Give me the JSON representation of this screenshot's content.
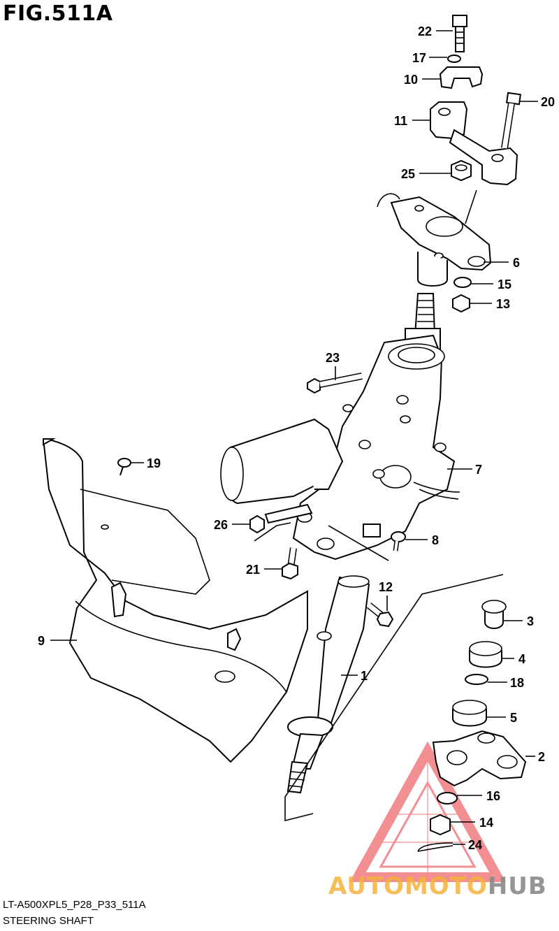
{
  "figure": {
    "title": "FIG.511A",
    "code": "LT-A500XPL5_P28_P33_511A",
    "name": "STEERING SHAFT"
  },
  "callouts": [
    {
      "id": "c22",
      "label": "22",
      "name": "bolt-22"
    },
    {
      "id": "c17",
      "label": "17",
      "name": "washer-17"
    },
    {
      "id": "c10",
      "label": "10",
      "name": "clamp-cap-10"
    },
    {
      "id": "c11",
      "label": "11",
      "name": "handlebar-holder-11"
    },
    {
      "id": "c20",
      "label": "20",
      "name": "bolt-20"
    },
    {
      "id": "c25",
      "label": "25",
      "name": "nut-25"
    },
    {
      "id": "c6",
      "label": "6",
      "name": "bracket-6"
    },
    {
      "id": "c15",
      "label": "15",
      "name": "washer-15"
    },
    {
      "id": "c13",
      "label": "13",
      "name": "nut-13"
    },
    {
      "id": "c23",
      "label": "23",
      "name": "bolt-23"
    },
    {
      "id": "c7",
      "label": "7",
      "name": "power-steering-unit-7"
    },
    {
      "id": "c19",
      "label": "19",
      "name": "clip-19"
    },
    {
      "id": "c26",
      "label": "26",
      "name": "nut-26"
    },
    {
      "id": "c8",
      "label": "8",
      "name": "bolt-8"
    },
    {
      "id": "c21",
      "label": "21",
      "name": "bolt-21"
    },
    {
      "id": "c12",
      "label": "12",
      "name": "bolt-12"
    },
    {
      "id": "c3",
      "label": "3",
      "name": "bushing-3"
    },
    {
      "id": "c9",
      "label": "9",
      "name": "cover-9"
    },
    {
      "id": "c4",
      "label": "4",
      "name": "oil-seal-4"
    },
    {
      "id": "c1",
      "label": "1",
      "name": "steering-shaft-1"
    },
    {
      "id": "c18",
      "label": "18",
      "name": "o-ring-18"
    },
    {
      "id": "c5",
      "label": "5",
      "name": "oil-seal-5"
    },
    {
      "id": "c2",
      "label": "2",
      "name": "steering-arm-2"
    },
    {
      "id": "c16",
      "label": "16",
      "name": "washer-16"
    },
    {
      "id": "c14",
      "label": "14",
      "name": "nut-14"
    },
    {
      "id": "c24",
      "label": "24",
      "name": "cotter-pin-24"
    }
  ],
  "watermark": {
    "word_a": "AUTOMOTO",
    "word_b": "HUB",
    "color_a": "#f5b23d",
    "color_b": "#8a8a8a",
    "triangle_color": "#e8343a"
  }
}
